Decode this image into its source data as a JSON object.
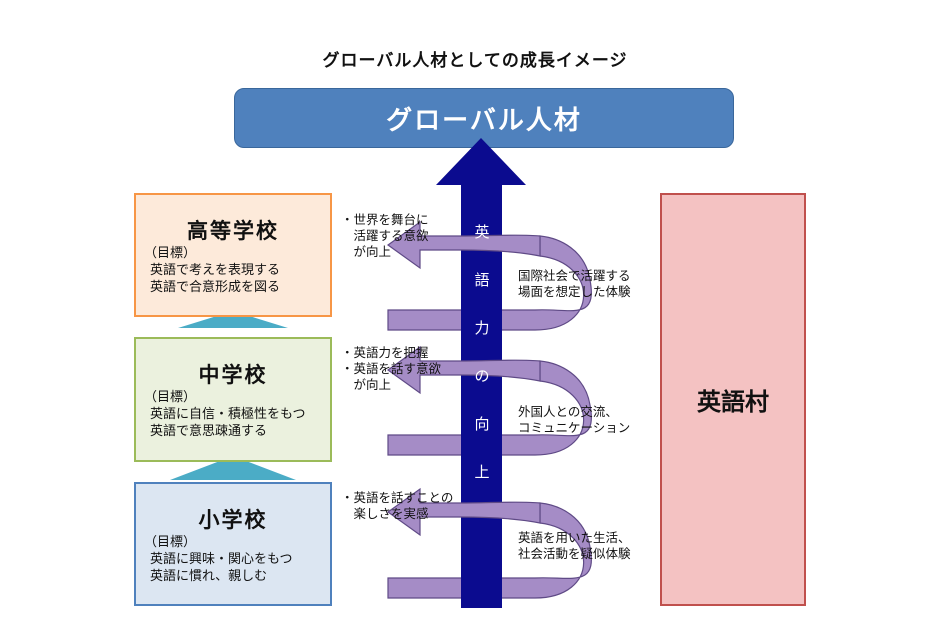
{
  "title": "グローバル人材としての成長イメージ",
  "goal": "グローバル人材",
  "village": "英語村",
  "vertical_label": [
    "英",
    "語",
    "力",
    "の",
    "向",
    "上"
  ],
  "schools": {
    "high": {
      "name": "高等学校",
      "goal_label": "（目標）",
      "goals": [
        "英語で考えを表現する",
        "英語で合意形成を図る"
      ]
    },
    "middle": {
      "name": "中学校",
      "goal_label": "（目標）",
      "goals": [
        "英語に自信・積極性をもつ",
        "英語で意思疎通する"
      ]
    },
    "elementary": {
      "name": "小学校",
      "goal_label": "（目標）",
      "goals": [
        "英語に興味・関心をもつ",
        "英語に慣れ、親しむ"
      ]
    }
  },
  "outcomes": {
    "high": [
      "・世界を舞台に",
      "　活躍する意欲",
      "　が向上"
    ],
    "middle": [
      "・英語力を把握",
      "・英語を話す意欲",
      "　が向上"
    ],
    "elementary": [
      "・英語を話すことの",
      "　楽しさを実感"
    ]
  },
  "experiences": {
    "high": [
      "国際社会で活躍する",
      "場面を想定した体験"
    ],
    "middle": [
      "外国人との交流、",
      "コミュニケーション"
    ],
    "elementary": [
      "英語を用いた生活、",
      "社会活動を疑似体験"
    ]
  },
  "colors": {
    "banner": "#4f81bd",
    "up_arrow": "#0b0b8f",
    "spiral": "#a58cc6",
    "triangle": "#4bacc6"
  }
}
